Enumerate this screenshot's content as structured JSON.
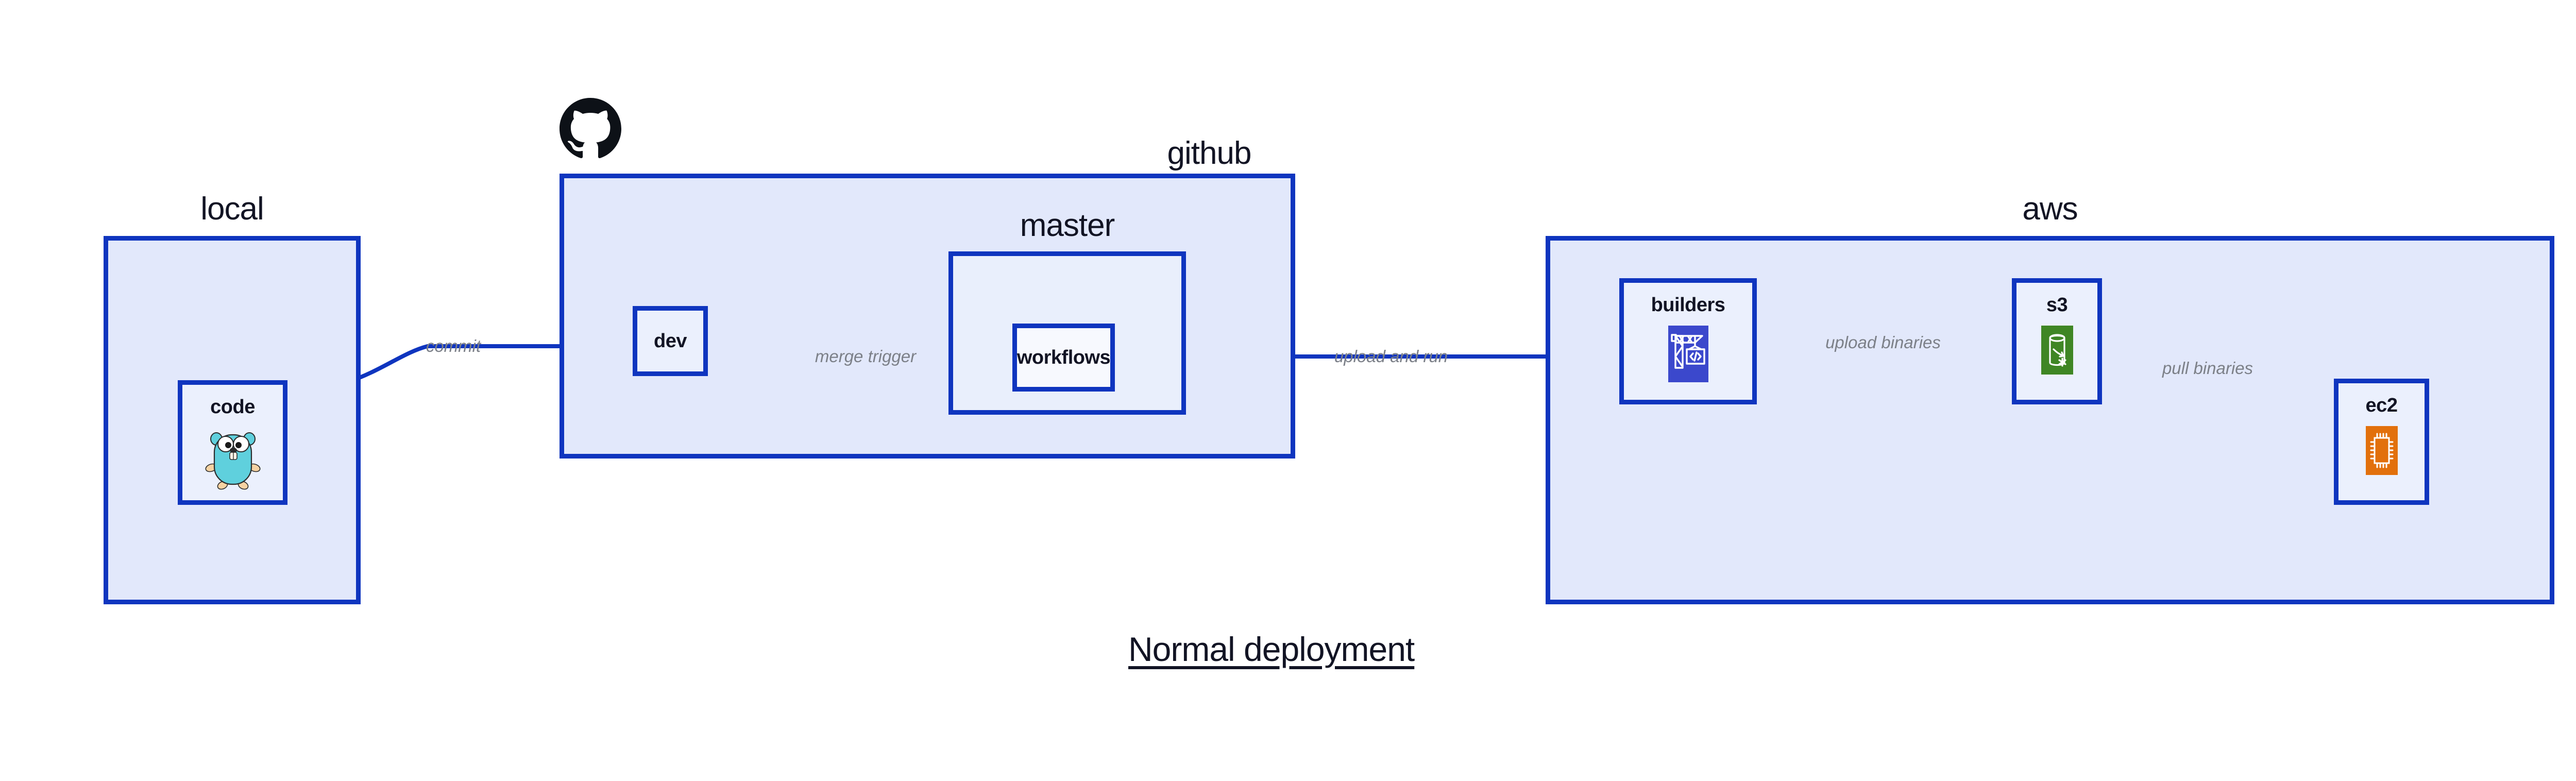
{
  "diagram": {
    "title": "Normal deployment",
    "background": "#ffffff",
    "accent": "#0f35bf",
    "group_fill": "#e2e8fb",
    "node_fill": "#ebf0fd",
    "edge_label_color": "#7c8088"
  },
  "groups": [
    {
      "id": "local",
      "label": "local"
    },
    {
      "id": "github",
      "label": "github"
    },
    {
      "id": "aws",
      "label": "aws"
    }
  ],
  "subgroups": [
    {
      "id": "master",
      "label": "master"
    }
  ],
  "nodes": [
    {
      "id": "code",
      "label": "code",
      "icon": "golang-gopher-icon"
    },
    {
      "id": "dev",
      "label": "dev",
      "icon": ""
    },
    {
      "id": "workflows",
      "label": "workflows",
      "icon": ""
    },
    {
      "id": "builders",
      "label": "builders",
      "icon": "aws-codebuild-icon",
      "icon_color": "#3b48cc"
    },
    {
      "id": "s3",
      "label": "s3",
      "icon": "aws-s3-bucket-icon",
      "icon_color": "#3f8624"
    },
    {
      "id": "ec2",
      "label": "ec2",
      "icon": "aws-ec2-chip-icon",
      "icon_color": "#e2700c"
    }
  ],
  "edges": [
    {
      "id": "code-to-dev",
      "from": "code",
      "to": "dev",
      "label": "commit"
    },
    {
      "id": "dev-to-workflows",
      "from": "dev",
      "to": "workflows",
      "label": "merge trigger"
    },
    {
      "id": "workflows-to-builders",
      "from": "workflows",
      "to": "builders",
      "label": "upload and run"
    },
    {
      "id": "builders-to-s3",
      "from": "builders",
      "to": "s3",
      "label": "upload binaries"
    },
    {
      "id": "s3-to-ec2",
      "from": "s3",
      "to": "ec2",
      "label": "pull binaries"
    }
  ],
  "branding": {
    "github_mark": "github-octocat-icon"
  }
}
